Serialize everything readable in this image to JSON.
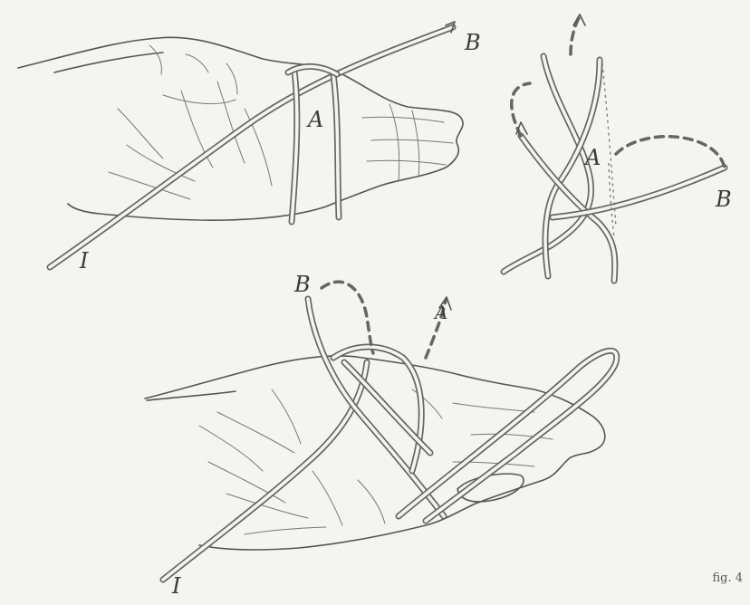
{
  "figure": {
    "caption": "fig. 4",
    "labels": {
      "top_hand_b": "B",
      "top_hand_a": "A",
      "top_hand_i": "I",
      "knot_a": "A",
      "knot_b": "B",
      "bottom_hand_b": "B",
      "bottom_hand_a": "A",
      "bottom_hand_i": "I"
    }
  }
}
